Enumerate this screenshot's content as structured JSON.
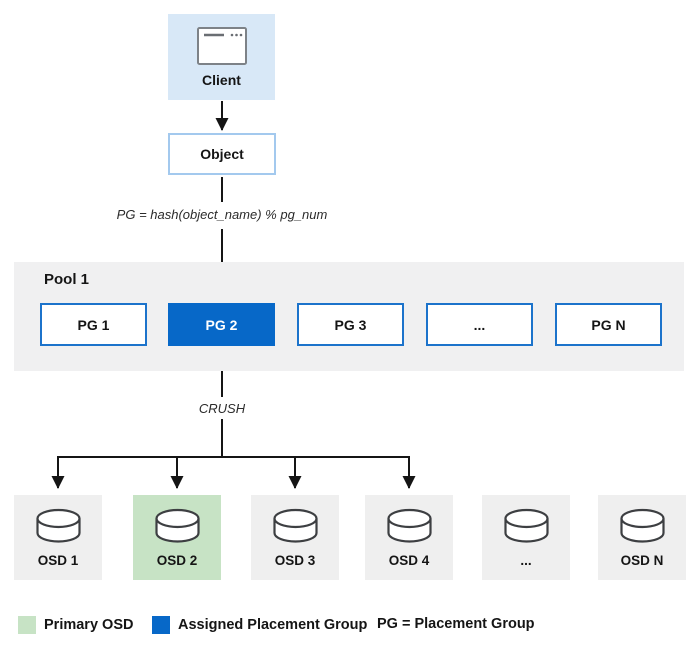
{
  "nodes": {
    "client": {
      "label": "Client",
      "icon": "window-icon"
    },
    "object": {
      "label": "Object"
    },
    "hash_formula": "PG = hash(object_name) % pg_num",
    "crush_label": "CRUSH",
    "pool": {
      "label": "Pool 1",
      "pgs": [
        {
          "label": "PG 1",
          "assigned": false
        },
        {
          "label": "PG 2",
          "assigned": true
        },
        {
          "label": "PG 3",
          "assigned": false
        },
        {
          "label": "...",
          "assigned": false
        },
        {
          "label": "PG N",
          "assigned": false
        }
      ]
    },
    "osds": [
      {
        "label": "OSD 1",
        "primary": false,
        "has_arrow": true,
        "icon": "disk-cylinder-icon"
      },
      {
        "label": "OSD 2",
        "primary": true,
        "has_arrow": true,
        "icon": "disk-cylinder-icon"
      },
      {
        "label": "OSD 3",
        "primary": false,
        "has_arrow": true,
        "icon": "disk-cylinder-icon"
      },
      {
        "label": "OSD 4",
        "primary": false,
        "has_arrow": true,
        "icon": "disk-cylinder-icon"
      },
      {
        "label": "...",
        "primary": false,
        "has_arrow": false,
        "icon": "disk-cylinder-icon"
      },
      {
        "label": "OSD N",
        "primary": false,
        "has_arrow": false,
        "icon": "disk-cylinder-icon"
      }
    ]
  },
  "legend": {
    "primary_osd": "Primary OSD",
    "assigned_pg": "Assigned Placement Group",
    "pg_definition": "PG = Placement Group"
  },
  "colors": {
    "assigned_blue": "#0768c8",
    "primary_green": "#c7e3c5",
    "client_bg": "#d8e8f7",
    "object_border": "#a3c9ee",
    "pg_border": "#1c73cb",
    "pool_band_bg": "#f0f0f1",
    "osd_bg": "#efefef",
    "line_color": "#151515"
  }
}
